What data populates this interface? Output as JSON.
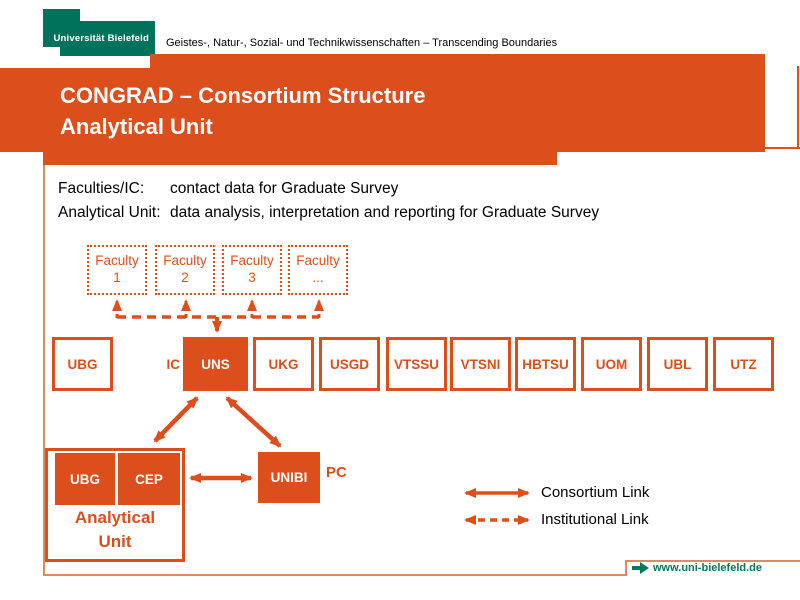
{
  "header": {
    "university": "Universität Bielefeld",
    "tagline": "Geistes-, Natur-, Sozial- und Technikwissenschaften – Transcending Boundaries"
  },
  "title": {
    "line1": "CONGRAD – Consortium Structure",
    "line2": "Analytical Unit"
  },
  "intro": {
    "rows": [
      {
        "label": "Faculties/IC:",
        "text": "contact data for Graduate Survey"
      },
      {
        "label": "Analytical Unit:",
        "text": "data analysis, interpretation and reporting for Graduate Survey"
      }
    ]
  },
  "diagram": {
    "faculties": [
      {
        "title": "Faculty",
        "index": "1"
      },
      {
        "title": "Faculty",
        "index": "2"
      },
      {
        "title": "Faculty",
        "index": "3"
      },
      {
        "title": "Faculty",
        "index": "..."
      }
    ],
    "ic_label": "IC",
    "institutions": [
      {
        "code": "UBG",
        "filled": false
      },
      {
        "code": "UNS",
        "filled": true
      },
      {
        "code": "UKG",
        "filled": false
      },
      {
        "code": "USGD",
        "filled": false
      },
      {
        "code": "VTSSU",
        "filled": false
      },
      {
        "code": "VTSNI",
        "filled": false
      },
      {
        "code": "HBTSU",
        "filled": false
      },
      {
        "code": "UOM",
        "filled": false
      },
      {
        "code": "UBL",
        "filled": false
      },
      {
        "code": "UTZ",
        "filled": false
      }
    ],
    "analytical_unit": {
      "members": [
        "UBG",
        "CEP"
      ],
      "label_line1": "Analytical",
      "label_line2": "Unit"
    },
    "unibi_code": "UNIBI",
    "pc_label": "PC",
    "legend": [
      {
        "style": "solid",
        "label": "Consortium Link"
      },
      {
        "style": "dashed",
        "label": "Institutional Link"
      }
    ]
  },
  "footer": {
    "website": "www.uni-bielefeld.de"
  },
  "colors": {
    "primary_orange": "#DC4E1B",
    "thin_frame_orange": "#D98C60",
    "logo_green": "#00715A",
    "link_green": "#007A5C",
    "text_black": "#000000"
  }
}
